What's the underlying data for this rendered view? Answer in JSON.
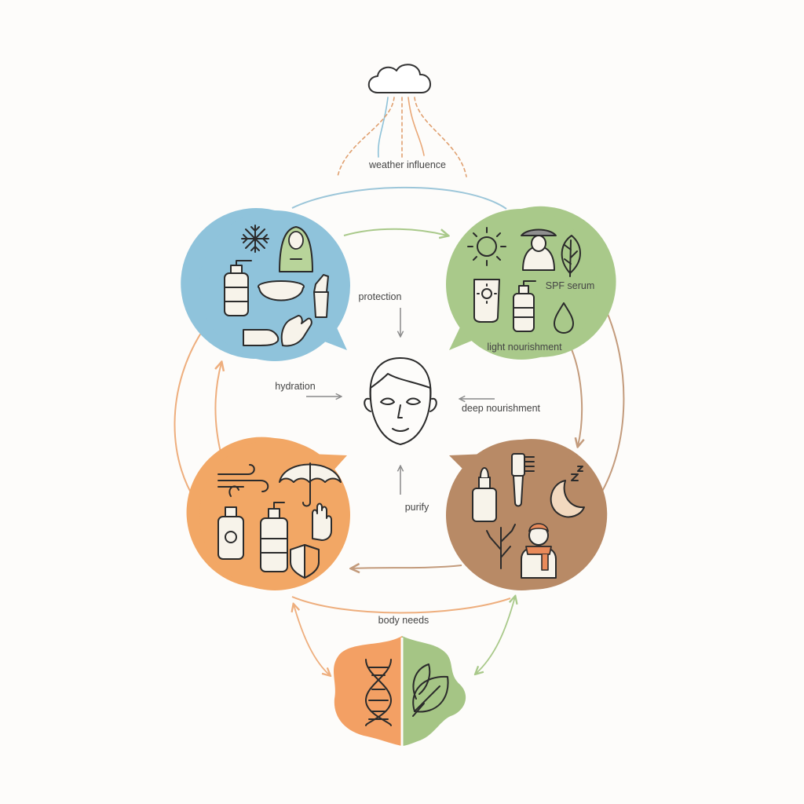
{
  "labels": {
    "weather": "weather influence",
    "protection": "protection",
    "spf": "SPF serum",
    "light": "light nourishment",
    "hydration": "hydration",
    "deep": "deep nourishment",
    "purify": "purify",
    "body": "body needs"
  },
  "colors": {
    "winter": "#8fc3db",
    "summer": "#a9c98a",
    "autumn": "#b88a66",
    "spring": "#f2a765",
    "dna_half": "#f3a064",
    "leaf_half": "#a5c585",
    "arrow_blue": "#9cc6d9",
    "arrow_green": "#a9c98a",
    "arrow_orange": "#eeae7d",
    "arrow_brown": "#c39b7c",
    "center_arrow": "#8a8a8a"
  },
  "icons": {
    "top": [
      "cloud-icon",
      "weather-lines-icon"
    ],
    "winter": [
      "snowflake-icon",
      "hooded-person-icon",
      "pump-bottle-icon",
      "bowl-icon",
      "tube-icon",
      "hands-icon"
    ],
    "summer": [
      "sun-icon",
      "sunhat-person-icon",
      "leaf-icon",
      "sunscreen-icon",
      "pump-bottle-icon",
      "drop-icon"
    ],
    "spring": [
      "wind-icon",
      "umbrella-icon",
      "spray-bottle-icon",
      "pump-bottle-icon",
      "glove-icon",
      "shield-icon"
    ],
    "autumn": [
      "dropper-bottle-icon",
      "brush-icon",
      "moon-icon",
      "bare-tree-icon",
      "scarf-person-icon"
    ],
    "center": [
      "face-icon"
    ],
    "bottom": [
      "dna-icon",
      "leaf-icon"
    ]
  }
}
